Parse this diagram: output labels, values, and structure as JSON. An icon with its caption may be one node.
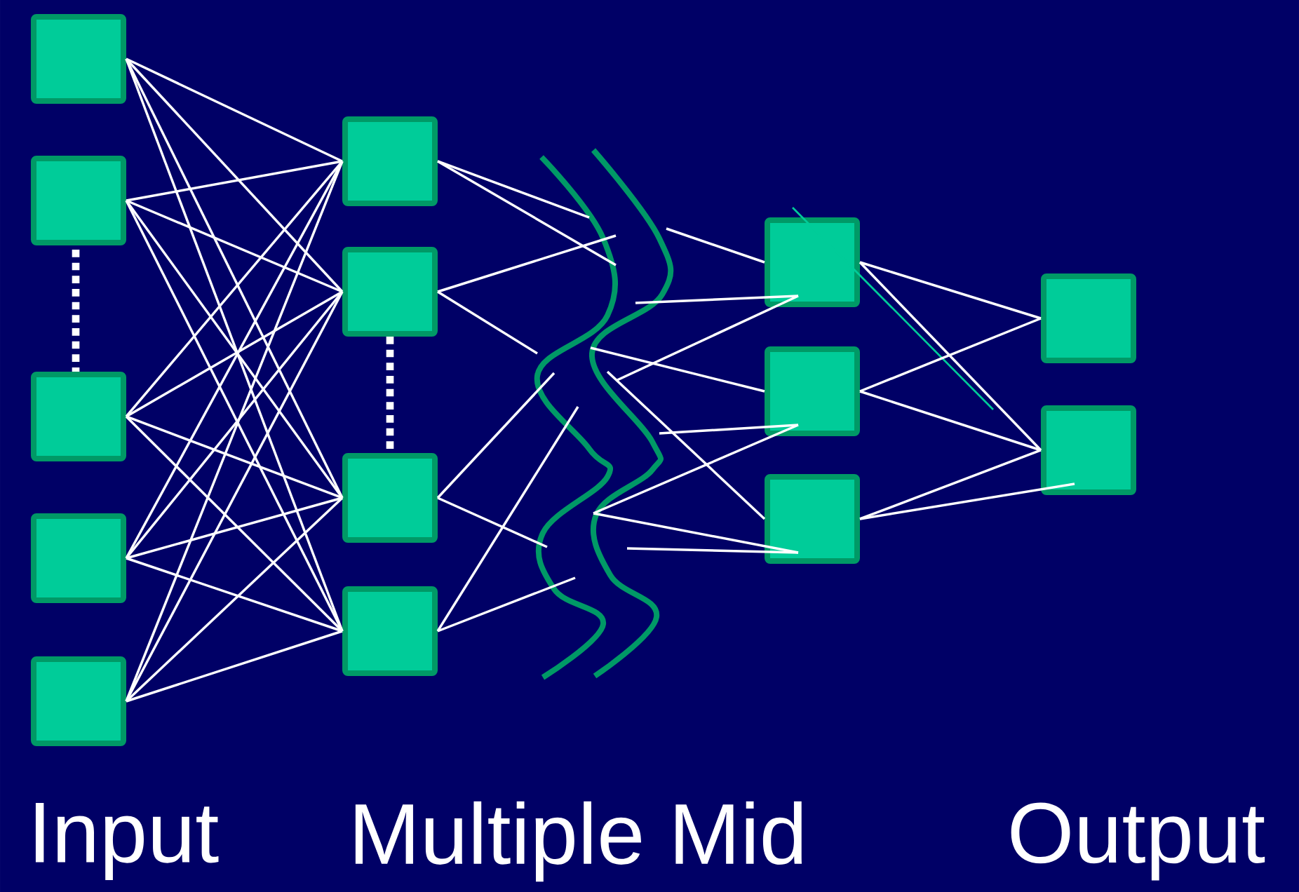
{
  "diagram": {
    "nodes": [
      {
        "text": [],
        "shape": "box"
      },
      {
        "text": [],
        "shape": "box"
      },
      {
        "text": [],
        "shape": "box"
      },
      {
        "text": [],
        "shape": "box"
      },
      {
        "text": [],
        "shape": "box"
      },
      {
        "text": [],
        "shape": "box"
      },
      {
        "text": [],
        "shape": "box"
      },
      {
        "text": [],
        "shape": "box"
      },
      {
        "text": [],
        "shape": "box"
      },
      {
        "text": [],
        "shape": "box"
      },
      {
        "text": [],
        "shape": "box"
      },
      {
        "text": [],
        "shape": "box"
      },
      {
        "text": [],
        "shape": "box"
      },
      {
        "text": [],
        "shape": "box"
      }
    ],
    "edges": [
      {
        "from": 0,
        "to": 5,
        "arrow": "none"
      },
      {
        "from": 0,
        "to": 6,
        "arrow": "none"
      },
      {
        "from": 0,
        "to": 7,
        "arrow": "none"
      },
      {
        "from": 0,
        "to": 8,
        "arrow": "none"
      },
      {
        "from": 1,
        "to": 5,
        "arrow": "none"
      },
      {
        "from": 1,
        "to": 6,
        "arrow": "none"
      },
      {
        "from": 1,
        "to": 7,
        "arrow": "none"
      },
      {
        "from": 1,
        "to": 8,
        "arrow": "none"
      },
      {
        "from": 2,
        "to": 5,
        "arrow": "none"
      },
      {
        "from": 2,
        "to": 6,
        "arrow": "none"
      },
      {
        "from": 2,
        "to": 7,
        "arrow": "none"
      },
      {
        "from": 2,
        "to": 8,
        "arrow": "none"
      },
      {
        "from": 3,
        "to": 5,
        "arrow": "none"
      },
      {
        "from": 3,
        "to": 6,
        "arrow": "none"
      },
      {
        "from": 3,
        "to": 7,
        "arrow": "none"
      },
      {
        "from": 3,
        "to": 8,
        "arrow": "none"
      },
      {
        "from": 4,
        "to": 5,
        "arrow": "none"
      },
      {
        "from": 4,
        "to": 6,
        "arrow": "none"
      },
      {
        "from": 4,
        "to": 7,
        "arrow": "none"
      },
      {
        "from": 4,
        "to": 8,
        "arrow": "none"
      },
      {
        "from": 5,
        "to": null,
        "arrow": "none"
      },
      {
        "from": 5,
        "to": null,
        "arrow": "none"
      },
      {
        "from": 6,
        "to": null,
        "arrow": "none"
      },
      {
        "from": 6,
        "to": null,
        "arrow": "none"
      },
      {
        "from": 7,
        "to": null,
        "arrow": "none"
      },
      {
        "from": 7,
        "to": null,
        "arrow": "none"
      },
      {
        "from": 8,
        "to": null,
        "arrow": "none"
      },
      {
        "from": 8,
        "to": null,
        "arrow": "none"
      },
      {
        "from": null,
        "to": 9,
        "arrow": "none"
      },
      {
        "from": null,
        "to": 9,
        "arrow": "none"
      },
      {
        "from": null,
        "to": 9,
        "arrow": "none"
      },
      {
        "from": null,
        "to": 10,
        "arrow": "none"
      },
      {
        "from": null,
        "to": 10,
        "arrow": "none"
      },
      {
        "from": null,
        "to": 10,
        "arrow": "none"
      },
      {
        "from": null,
        "to": 11,
        "arrow": "none"
      },
      {
        "from": null,
        "to": 11,
        "arrow": "none"
      },
      {
        "from": null,
        "to": 11,
        "arrow": "none"
      },
      {
        "from": 9,
        "to": 12,
        "arrow": "none"
      },
      {
        "from": 9,
        "to": 13,
        "arrow": "none"
      },
      {
        "from": 10,
        "to": 12,
        "arrow": "none"
      },
      {
        "from": 10,
        "to": 13,
        "arrow": "none"
      },
      {
        "from": 11,
        "to": 13,
        "arrow": "none"
      },
      {
        "from": 11,
        "to": 13,
        "arrow": "none"
      }
    ],
    "labels": [
      "Input",
      "Multiple Mid",
      "Output"
    ]
  }
}
